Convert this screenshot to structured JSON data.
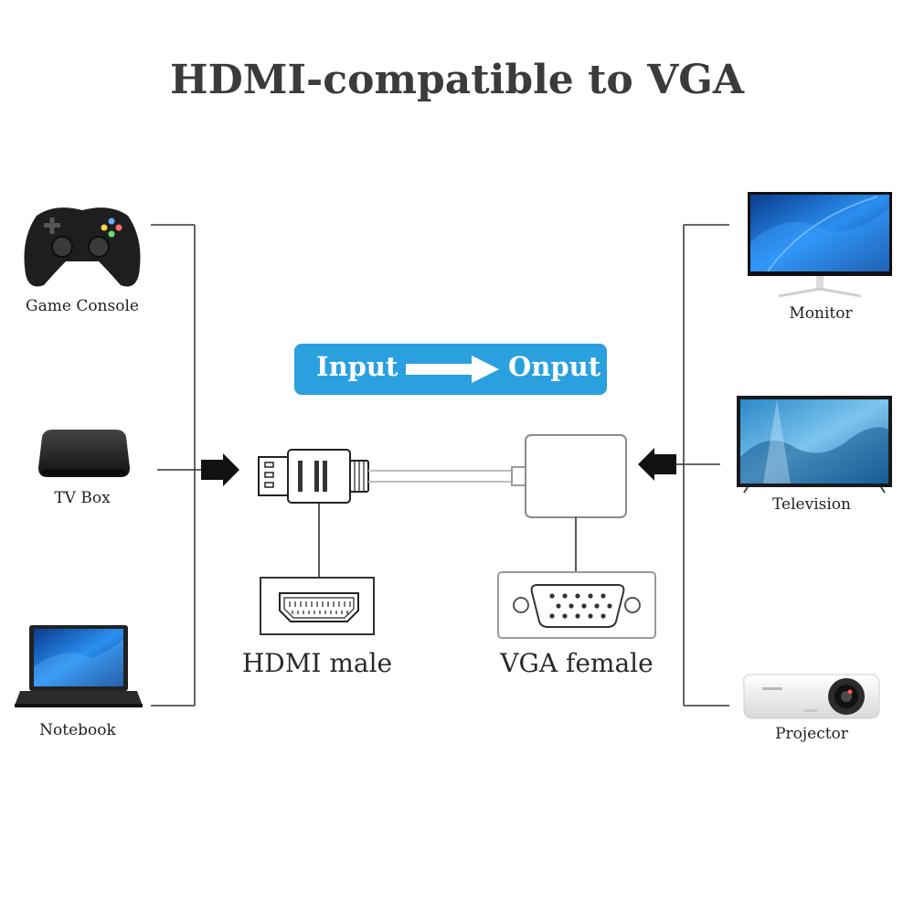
{
  "title": "HDMI-compatible to VGA",
  "flow": {
    "input_label": "Input",
    "output_label": "Onput"
  },
  "inputs": [
    {
      "label": "Game Console",
      "icon": "game-controller-icon"
    },
    {
      "label": "TV Box",
      "icon": "tv-box-icon"
    },
    {
      "label": "Notebook",
      "icon": "laptop-icon"
    }
  ],
  "outputs": [
    {
      "label": "Monitor",
      "icon": "monitor-icon"
    },
    {
      "label": "Television",
      "icon": "television-icon"
    },
    {
      "label": "Projector",
      "icon": "projector-icon"
    }
  ],
  "connectors": {
    "hdmi_label": "HDMI male",
    "vga_label": "VGA female"
  },
  "colors": {
    "accent": "#2aa0df",
    "screen_blue": "#1d6fd8",
    "line": "#333333"
  }
}
